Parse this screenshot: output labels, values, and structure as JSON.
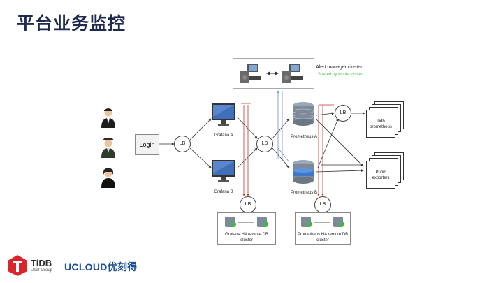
{
  "page": {
    "title": "平台业务监控"
  },
  "diagram": {
    "alert": {
      "title": "Alert manager cluster",
      "subtitle": "Shared by whole system"
    },
    "login": "Login",
    "lb": "LB",
    "grafana_a": "Grafana A",
    "grafana_b": "Grafana B",
    "prometheus_a": "Prometheus A",
    "prometheus_b": "Prometheus B",
    "tidb_prometheus": "Tidb prometheus",
    "public_exporters": "Pubic exporters",
    "grafana_ha": "Grafana HA remote DB cluster",
    "prometheus_ha": "Prometheus HA remote DB cluster"
  },
  "footer": {
    "tidb_brand": "TiDB",
    "tidb_sub": "User Group",
    "ucloud_brand": "UCLOUD优刻得"
  },
  "colors": {
    "title": "#1f2a52",
    "accent_red": "#c0392b",
    "ucloud_blue": "#1d4f9c",
    "green_text": "#4fbf4f"
  }
}
